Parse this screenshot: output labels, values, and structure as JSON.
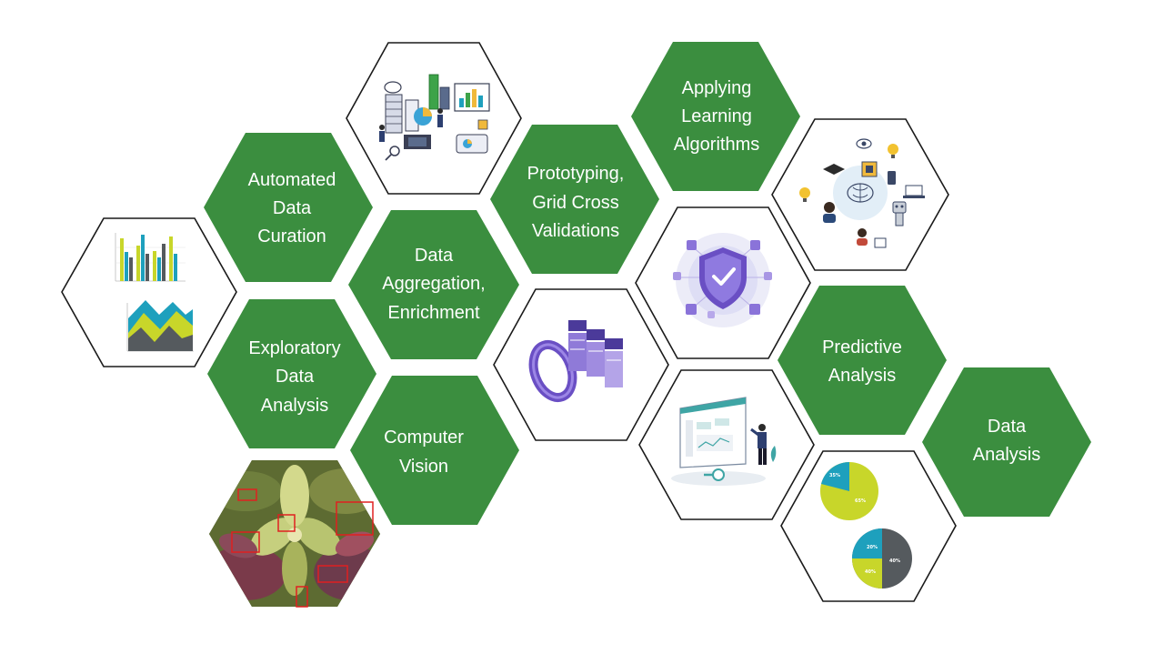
{
  "colors": {
    "green": "#3b8e3f",
    "outline": "#1a1a1a",
    "teal": "#1ea0bd",
    "lime": "#c8d62a",
    "gray": "#555a5e",
    "purple": "#7b5fd0"
  },
  "labels": {
    "automated": [
      "Automated",
      "Data",
      "Curation"
    ],
    "aggregation": [
      "Data",
      "Aggregation,",
      "Enrichment"
    ],
    "prototyping": [
      "Prototyping,",
      "Grid Cross",
      "Validations"
    ],
    "learning": [
      "Applying",
      "Learning",
      "Algorithms"
    ],
    "exploratory": [
      "Exploratory",
      "Data",
      "Analysis"
    ],
    "vision": [
      "Computer",
      "Vision"
    ],
    "predictive": [
      "Predictive",
      "Analysis"
    ],
    "analysis": [
      "Data",
      "Analysis"
    ]
  },
  "icons": {
    "charts": "bar-and-area-chart-icon",
    "datacenter": "data-center-illustration-icon",
    "leaf": "leaf-detection-photo-icon",
    "server": "server-ring-icon",
    "shield": "security-shield-icon",
    "ai": "ai-network-icon",
    "dashboard": "dashboard-analyst-icon",
    "pies": "pie-charts-icon"
  },
  "pie_labels": {
    "pie1": [
      "35%",
      "65%"
    ],
    "pie2": [
      "20%",
      "40%",
      "40%"
    ]
  }
}
